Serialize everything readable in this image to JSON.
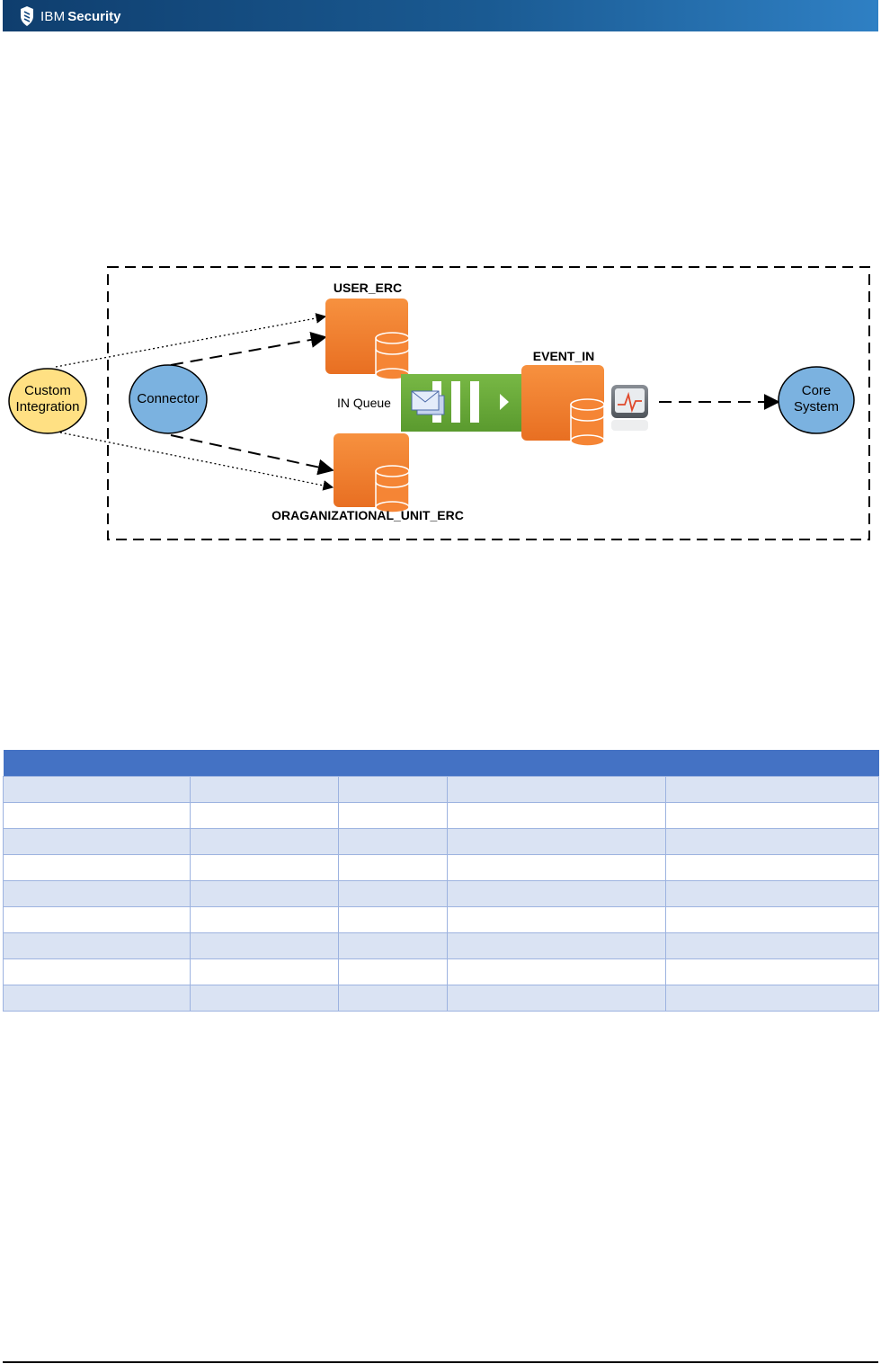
{
  "header": {
    "brand_name": "IBM",
    "brand_product": "Security",
    "logo_icon": "ibm-security-shield-icon",
    "colors": {
      "bar_dark": "#0f3e6e",
      "bar_light": "#2f80c4"
    }
  },
  "diagram": {
    "nodes": {
      "custom_integration": [
        "Custom",
        "Integration"
      ],
      "connector": "Connector",
      "core_system": [
        "Core",
        "System"
      ],
      "user_erc": "USER_ERC",
      "org_unit_erc": "ORAGANIZATIONAL_UNIT_ERC",
      "event_in": "EVENT_IN",
      "in_queue": "IN Queue"
    },
    "icons": {
      "database": "database-icon",
      "queue": "queue-icon",
      "envelope": "envelope-icon",
      "monitor": "monitor-icon"
    },
    "colors": {
      "custom_integration": "#ffe083",
      "connector": "#7bb2e0",
      "core_system": "#7bb2e0",
      "database": "#f58535",
      "queue": "#6aaa3a"
    }
  },
  "table": {
    "header_color": "#4472c4",
    "band_color": "#dae3f3",
    "border_color": "#9db3e0"
  }
}
